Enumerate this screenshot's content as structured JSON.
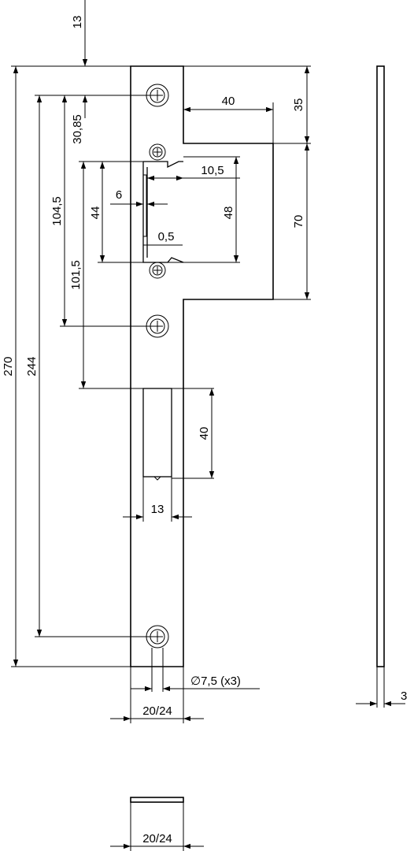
{
  "drawing": {
    "dim_top_offset": "13",
    "dim_total_height": "270",
    "dim_hole_span": "244",
    "dim_30_85": "30,85",
    "dim_104_5": "104,5",
    "dim_101_5": "101,5",
    "dim_44": "44",
    "dim_6": "6",
    "dim_10_5": "10,5",
    "dim_0_5": "0,5",
    "dim_48": "48",
    "dim_40_tab": "40",
    "dim_35": "35",
    "dim_70": "70",
    "dim_40_slot": "40",
    "dim_13_slot": "13",
    "dim_hole_dia": "∅7,5 (x3)",
    "dim_width": "20/24",
    "dim_thickness": "3",
    "dim_width_bottom": "20/24"
  }
}
